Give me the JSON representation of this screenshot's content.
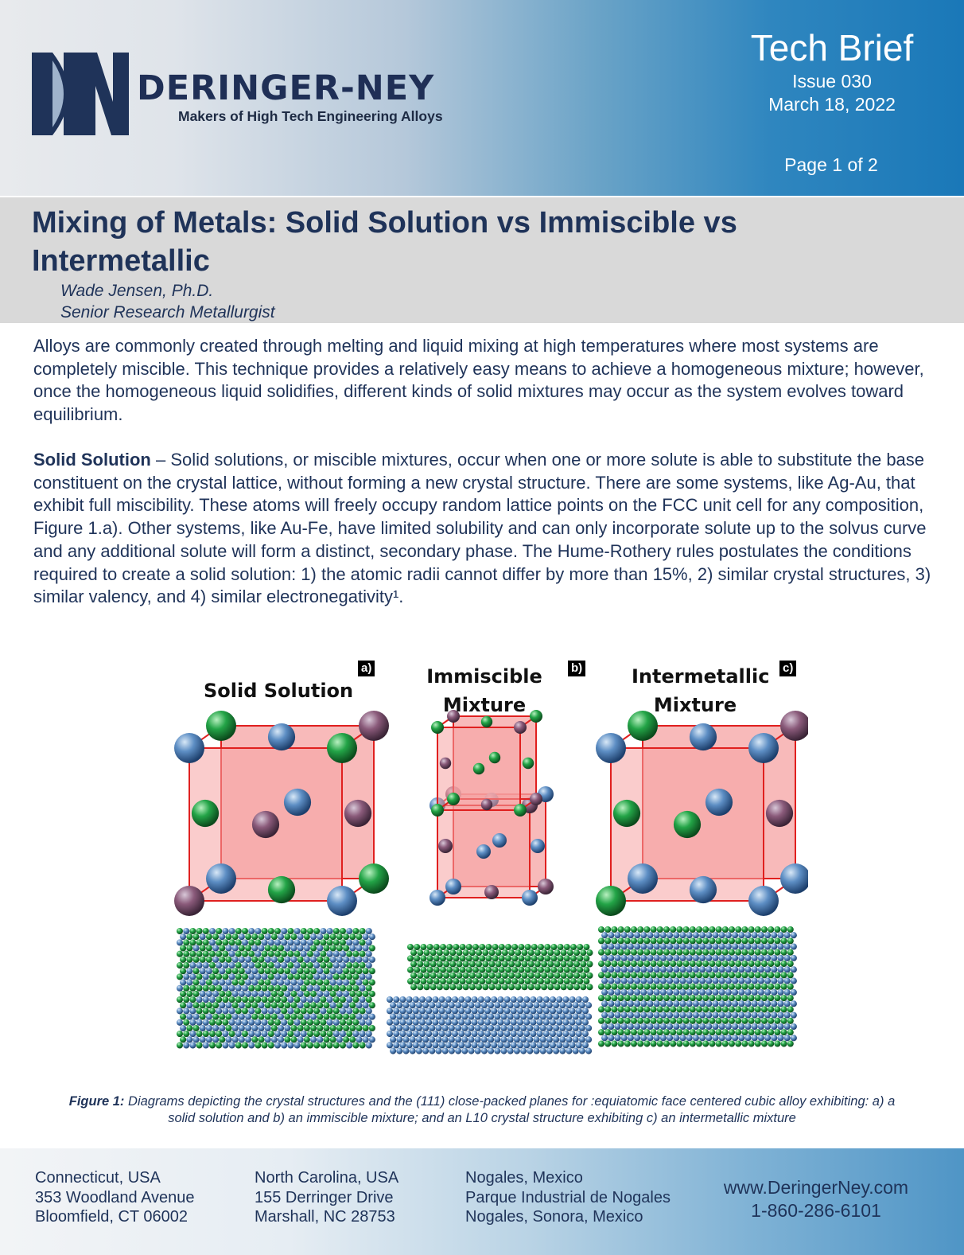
{
  "header": {
    "brand_name": "DERINGER-NEY",
    "tagline": "Makers of High Tech Engineering Alloys",
    "brief_title": "Tech Brief",
    "issue": "Issue 030",
    "date": "March 18, 2022",
    "page": "Page 1 of 2"
  },
  "article": {
    "title": "Mixing of Metals: Solid Solution vs Immiscible vs Intermetallic",
    "author_name": "Wade Jensen, Ph.D.",
    "author_role": "Senior Research Metallurgist",
    "intro": "Alloys are commonly created through melting and liquid mixing at high temperatures where most systems are completely miscible. This technique provides a relatively easy means to achieve a homogeneous mixture; however, once the homogeneous liquid solidifies, different kinds of solid mixtures may occur as the system evolves toward equilibrium.",
    "solid_solution_heading": "Solid Solution",
    "solid_solution_text": " – Solid solutions, or miscible mixtures, occur when one or more solute is able to substitute the base constituent on the crystal lattice, without forming a new crystal structure. There are some systems, like Ag-Au, that exhibit full miscibility. These atoms will freely occupy random lattice points on the FCC unit cell for any composition, Figure 1.a). Other systems, like Au-Fe, have limited solubility and can only incorporate solute up to the solvus curve and any additional solute will form a distinct, secondary phase. The Hume-Rothery rules postulates the conditions required to create a solid solution:  1) the atomic radii cannot differ by more than 15%, 2) similar crystal structures, 3) similar valency, and 4) similar electronegativity¹."
  },
  "figure": {
    "panel_a_label": "Solid Solution",
    "panel_a_tag": "a)",
    "panel_b_label_1": "Immiscible",
    "panel_b_label_2": "Mixture",
    "panel_b_tag": "b)",
    "panel_c_label_1": "Intermetallic",
    "panel_c_label_2": "Mixture",
    "panel_c_tag": "c)",
    "caption_lead": "Figure 1:",
    "caption_text": " Diagrams depicting the crystal structures and the (111) close-packed planes for :equiatomic face centered cubic alloy exhibiting: a) a solid solution and b) an immiscible mixture; and an L10 crystal structure exhibiting c) an intermetallic mixture",
    "colors": {
      "blue_atom": "#4a7bb0",
      "green_atom": "#1e9a3a",
      "cell_fill": "#f6a3a3",
      "cell_edge": "#e0201f"
    }
  },
  "footer": {
    "loc1": [
      "Connecticut, USA",
      "353 Woodland Avenue",
      "Bloomfield, CT 06002"
    ],
    "loc2": [
      "North Carolina, USA",
      "155 Derringer Drive",
      "Marshall, NC 28753"
    ],
    "loc3": [
      "Nogales, Mexico",
      "Parque Industrial de Nogales",
      "Nogales, Sonora, Mexico"
    ],
    "website": "www.DeringerNey.com",
    "phone": "1-860-286-6101"
  }
}
